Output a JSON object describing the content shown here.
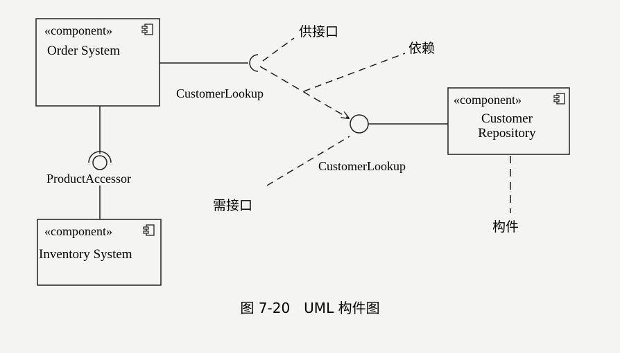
{
  "components": {
    "order": {
      "stereotype": "«component»",
      "name": "Order System"
    },
    "inventory": {
      "stereotype": "«component»",
      "name": "Inventory System"
    },
    "repository": {
      "stereotype": "«component»",
      "name_line1": "Customer",
      "name_line2": "Repository"
    }
  },
  "interfaces": {
    "customer_lookup_required": "CustomerLookup",
    "customer_lookup_provided": "CustomerLookup",
    "product_accessor": "ProductAccessor"
  },
  "annotations": {
    "provided_interface": "供接口",
    "dependency": "依赖",
    "required_interface": "需接口",
    "component": "构件"
  },
  "caption": "图 7-20　UML 构件图",
  "colors": {
    "background": "#f4f4f2",
    "stroke": "#1f1f1f"
  }
}
